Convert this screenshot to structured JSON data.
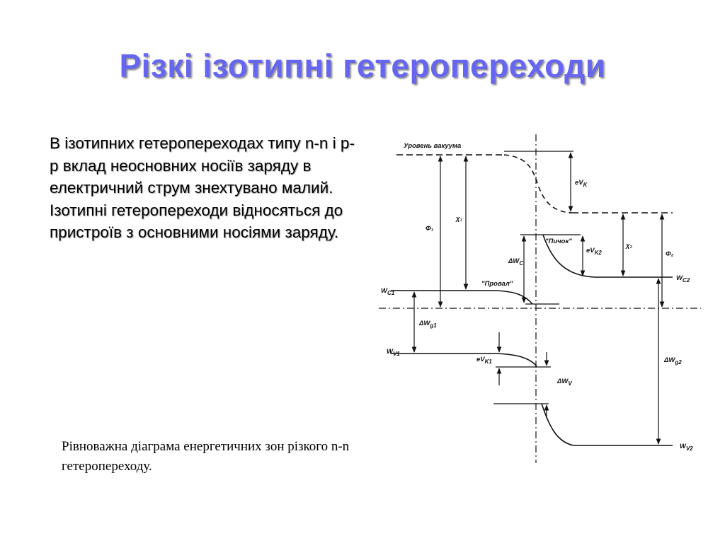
{
  "title": "Різкі ізотипні гетеропереходи",
  "body_text": "В ізотипних гетеропереходах типу n-n і p-p вклад неосновних носіїв заряду в електричний струм знехтувано малий. Ізотипні гетеропереходи відносяться до пристроїв з основними носіями заряду.",
  "caption": "Рівноважна діаграма енергетичних зон різкого n-n гетеропереходу.",
  "diagram": {
    "vacuum_level": "Уровень вакуума",
    "phi1": "Φ₁",
    "chi1": "χ₁",
    "eVk": "eV",
    "eVk_sub": "K",
    "chi2": "χ₂",
    "phi2": "Φ₂",
    "peak": "\"Пичок\"",
    "dWc": "ΔW",
    "dWc_sub": "C",
    "eVk2": "eV",
    "eVk2_sub": "K2",
    "wc2": "W",
    "wc2_sub": "C2",
    "dip": "\"Провал\"",
    "wc1": "W",
    "wc1_sub": "C1",
    "dWg1": "ΔW",
    "dWg1_sub": "g1",
    "wv1": "W",
    "wv1_sub": "V1",
    "eVk1": "eV",
    "eVk1_sub": "K1",
    "dWv": "ΔW",
    "dWv_sub": "V",
    "dWg2": "ΔW",
    "dWg2_sub": "g2",
    "wv2": "W",
    "wv2_sub": "V2"
  }
}
